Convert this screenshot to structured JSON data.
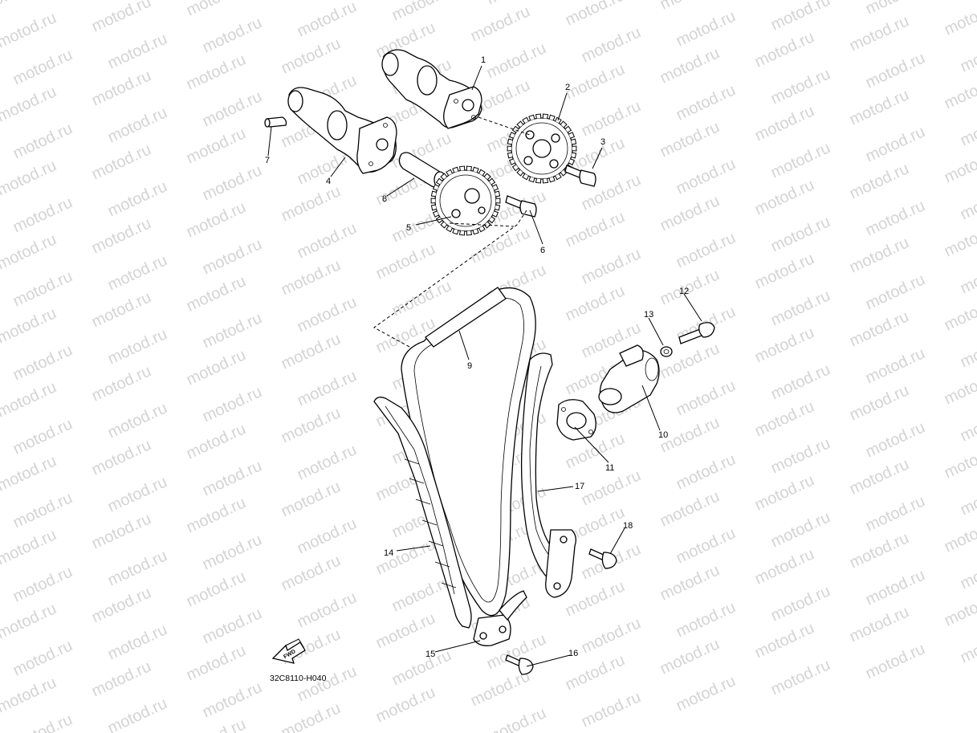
{
  "watermark": {
    "text": "motod.ru"
  },
  "diagram": {
    "code": "32C8110-H040",
    "fwd_label": "FWD",
    "callouts": [
      {
        "id": "c1",
        "label": "1"
      },
      {
        "id": "c2",
        "label": "2"
      },
      {
        "id": "c3",
        "label": "3"
      },
      {
        "id": "c4",
        "label": "4"
      },
      {
        "id": "c5",
        "label": "5"
      },
      {
        "id": "c6",
        "label": "6"
      },
      {
        "id": "c7",
        "label": "7"
      },
      {
        "id": "c8",
        "label": "8"
      },
      {
        "id": "c9",
        "label": "9"
      },
      {
        "id": "c10",
        "label": "10"
      },
      {
        "id": "c11",
        "label": "11"
      },
      {
        "id": "c12",
        "label": "12"
      },
      {
        "id": "c13",
        "label": "13"
      },
      {
        "id": "c14",
        "label": "14"
      },
      {
        "id": "c15",
        "label": "15"
      },
      {
        "id": "c16",
        "label": "16"
      },
      {
        "id": "c17",
        "label": "17"
      },
      {
        "id": "c18",
        "label": "18"
      }
    ]
  }
}
